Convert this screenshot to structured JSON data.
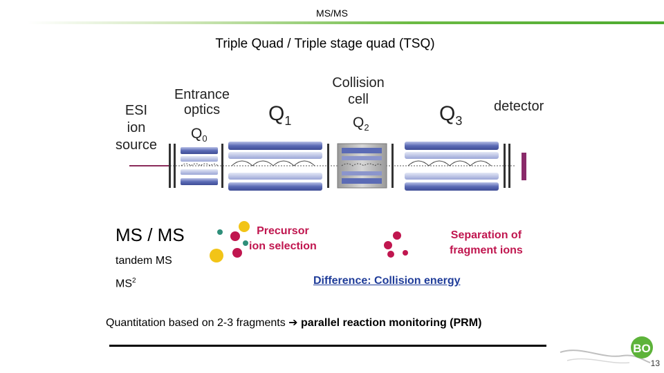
{
  "header": {
    "title": "MS/MS"
  },
  "main_title": "Triple Quad  / Triple stage quad (TSQ)",
  "diagram": {
    "source_label_lines": [
      "ESI",
      "ion",
      "source"
    ],
    "entrance_label_lines": [
      "Entrance",
      "optics"
    ],
    "q0_letter": "Q",
    "q0_sub": "0",
    "q1_letter": "Q",
    "q1_sub": "1",
    "collision_label_lines": [
      "Collision",
      "cell"
    ],
    "q2_letter": "Q",
    "q2_sub": "2",
    "q3_letter": "Q",
    "q3_sub": "3",
    "detector_label": "detector"
  },
  "left_text": {
    "heading": "MS / MS",
    "tandem": "tandem MS",
    "ms2_base": "MS",
    "ms2_sup": "2"
  },
  "precursor_lines": [
    "Precursor",
    "ion selection"
  ],
  "separation_lines": [
    "Separation of",
    "fragment ions"
  ],
  "difference": "Difference: Collision energy",
  "quant": {
    "prefix": "Quantitation based on 2-3 fragments ",
    "arrow": "➔",
    "bold": "parallel reaction monitoring (PRM)"
  },
  "logo": {
    "text": "BO"
  },
  "page_number": "13",
  "colors": {
    "accent_green": "#5db33a",
    "rod_blue": "#5b6bb5",
    "label_red": "#c0164f",
    "link_blue": "#1f3c99"
  }
}
